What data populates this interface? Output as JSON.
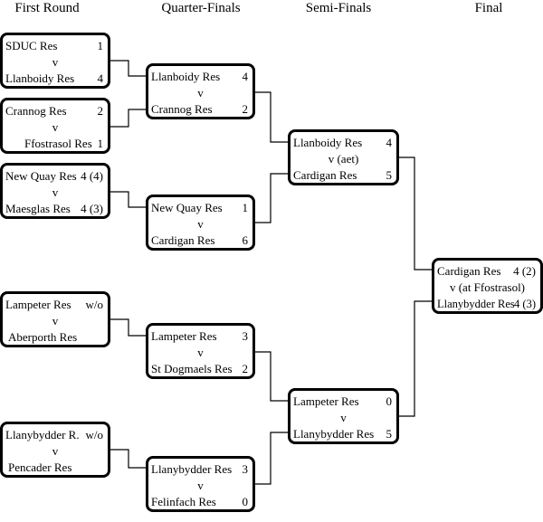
{
  "rounds": [
    "First Round",
    "Quarter-Finals",
    "Semi-Finals",
    "Final"
  ],
  "matches": {
    "r1_1": {
      "team1": "SDUC Res",
      "score1": "1",
      "mid": "v",
      "team2": "Llanboidy Res",
      "score2": "4"
    },
    "r1_2": {
      "team1": "Crannog Res",
      "score1": "2",
      "mid": "v",
      "team2": "Ffostrasol Res",
      "score2": "1"
    },
    "r1_3": {
      "team1": "New Quay Res",
      "score1": "4 (4)",
      "mid": "v",
      "team2": "Maesglas Res",
      "score2": "4 (3)"
    },
    "r1_4": {
      "team1": "Lampeter Res",
      "score1": "w/o",
      "mid": "v",
      "team2": "Aberporth Res",
      "score2": ""
    },
    "r1_5": {
      "team1": "Llanybydder R.",
      "score1": "w/o",
      "mid": "v",
      "team2": "Pencader Res",
      "score2": ""
    },
    "qf_1": {
      "team1": "Llanboidy Res",
      "score1": "4",
      "mid": "v",
      "team2": "Crannog Res",
      "score2": "2"
    },
    "qf_2": {
      "team1": "New Quay Res",
      "score1": "1",
      "mid": "v",
      "team2": "Cardigan Res",
      "score2": "6"
    },
    "qf_3": {
      "team1": "Lampeter Res",
      "score1": "3",
      "mid": "v",
      "team2": "St Dogmaels Res",
      "score2": "2"
    },
    "qf_4": {
      "team1": "Llanybydder Res",
      "score1": "3",
      "mid": "v",
      "team2": "Felinfach Res",
      "score2": "0"
    },
    "sf_1": {
      "team1": "Llanboidy Res",
      "score1": "4",
      "mid": "v (aet)",
      "team2": "Cardigan Res",
      "score2": "5"
    },
    "sf_2": {
      "team1": "Lampeter Res",
      "score1": "0",
      "mid": "v",
      "team2": "Llanybydder Res",
      "score2": "5"
    },
    "final": {
      "team1": "Cardigan Res",
      "score1": "4 (2)",
      "mid": "v (at Ffostrasol)",
      "team2": "Llanybydder Res",
      "score2": "4 (3)"
    }
  }
}
